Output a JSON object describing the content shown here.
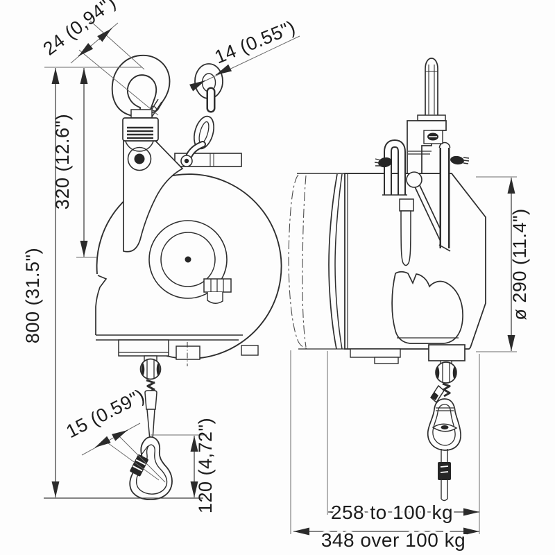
{
  "page": {
    "background": "#fdfdfd",
    "ink_color": "#2e2e2e",
    "dimension_line_color": "#3c3c3c",
    "text_color": "#1c1c1c"
  },
  "drawing": {
    "type": "technical dimensional drawing",
    "subject": "spring tool balancer with top hook, chain suspension and cable with snap hook",
    "views": [
      {
        "id": "front-view",
        "name": "front view (hook, drum housing, cable, carabiner)"
      },
      {
        "id": "side-view",
        "name": "side view (mounting bracket, drum depth, swivel hook)"
      }
    ]
  },
  "dimensions": {
    "d24": {
      "label": "24 (0,94\")",
      "meaning": "hook throat opening"
    },
    "d14": {
      "label": "14 (0.55\")",
      "meaning": "chain eye stock diameter"
    },
    "d320": {
      "label": "320 (12.6\")",
      "meaning": "hook saddle to drum axis"
    },
    "d800": {
      "label": "800 (31.5\")",
      "meaning": "overall height"
    },
    "d15": {
      "label": "15 (0.59\")",
      "meaning": "snap hook wire diameter"
    },
    "d120": {
      "label": "120 (4,72\")",
      "meaning": "snap hook length"
    },
    "d290": {
      "label": "ø 290 (11.4\")",
      "meaning": "drum housing diameter"
    },
    "d258": {
      "label": "258 to 100 kg",
      "meaning": "depth for capacities up to 100 kg"
    },
    "d348": {
      "label": "348 over 100 kg",
      "meaning": "depth for capacities over 100 kg"
    }
  }
}
